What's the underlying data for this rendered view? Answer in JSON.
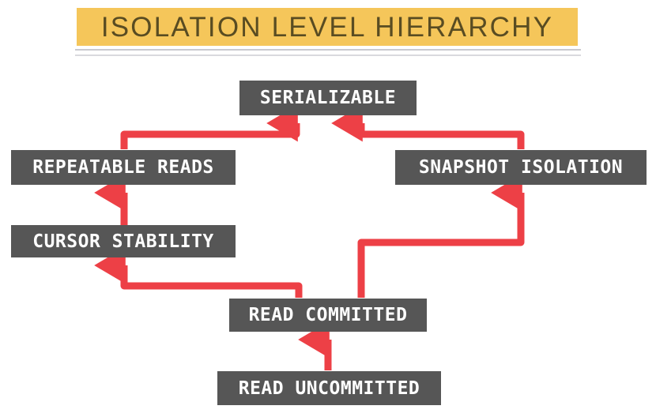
{
  "title": {
    "text": "ISOLATION LEVEL HIERARCHY",
    "highlight_color": "#f5c65a",
    "text_color": "#594c22",
    "rule_color": "#c9c9cf"
  },
  "colors": {
    "node_fill": "#565656",
    "node_text": "#ffffff",
    "arrow": "#ed4046",
    "background": "#ffffff"
  },
  "diagram": {
    "type": "hierarchy",
    "nodes": [
      {
        "id": "serializable",
        "label": "SERIALIZABLE",
        "level": 0
      },
      {
        "id": "repeatable-reads",
        "label": "REPEATABLE READS",
        "level": 1
      },
      {
        "id": "snapshot-isolation",
        "label": "SNAPSHOT ISOLATION",
        "level": 1
      },
      {
        "id": "cursor-stability",
        "label": "CURSOR STABILITY",
        "level": 2
      },
      {
        "id": "read-committed",
        "label": "READ COMMITTED",
        "level": 3
      },
      {
        "id": "read-uncommitted",
        "label": "READ UNCOMMITTED",
        "level": 4
      }
    ],
    "edges": [
      {
        "from": "repeatable-reads",
        "to": "serializable"
      },
      {
        "from": "snapshot-isolation",
        "to": "serializable"
      },
      {
        "from": "cursor-stability",
        "to": "repeatable-reads"
      },
      {
        "from": "read-committed",
        "to": "cursor-stability"
      },
      {
        "from": "read-committed",
        "to": "snapshot-isolation"
      },
      {
        "from": "read-uncommitted",
        "to": "read-committed"
      }
    ]
  }
}
